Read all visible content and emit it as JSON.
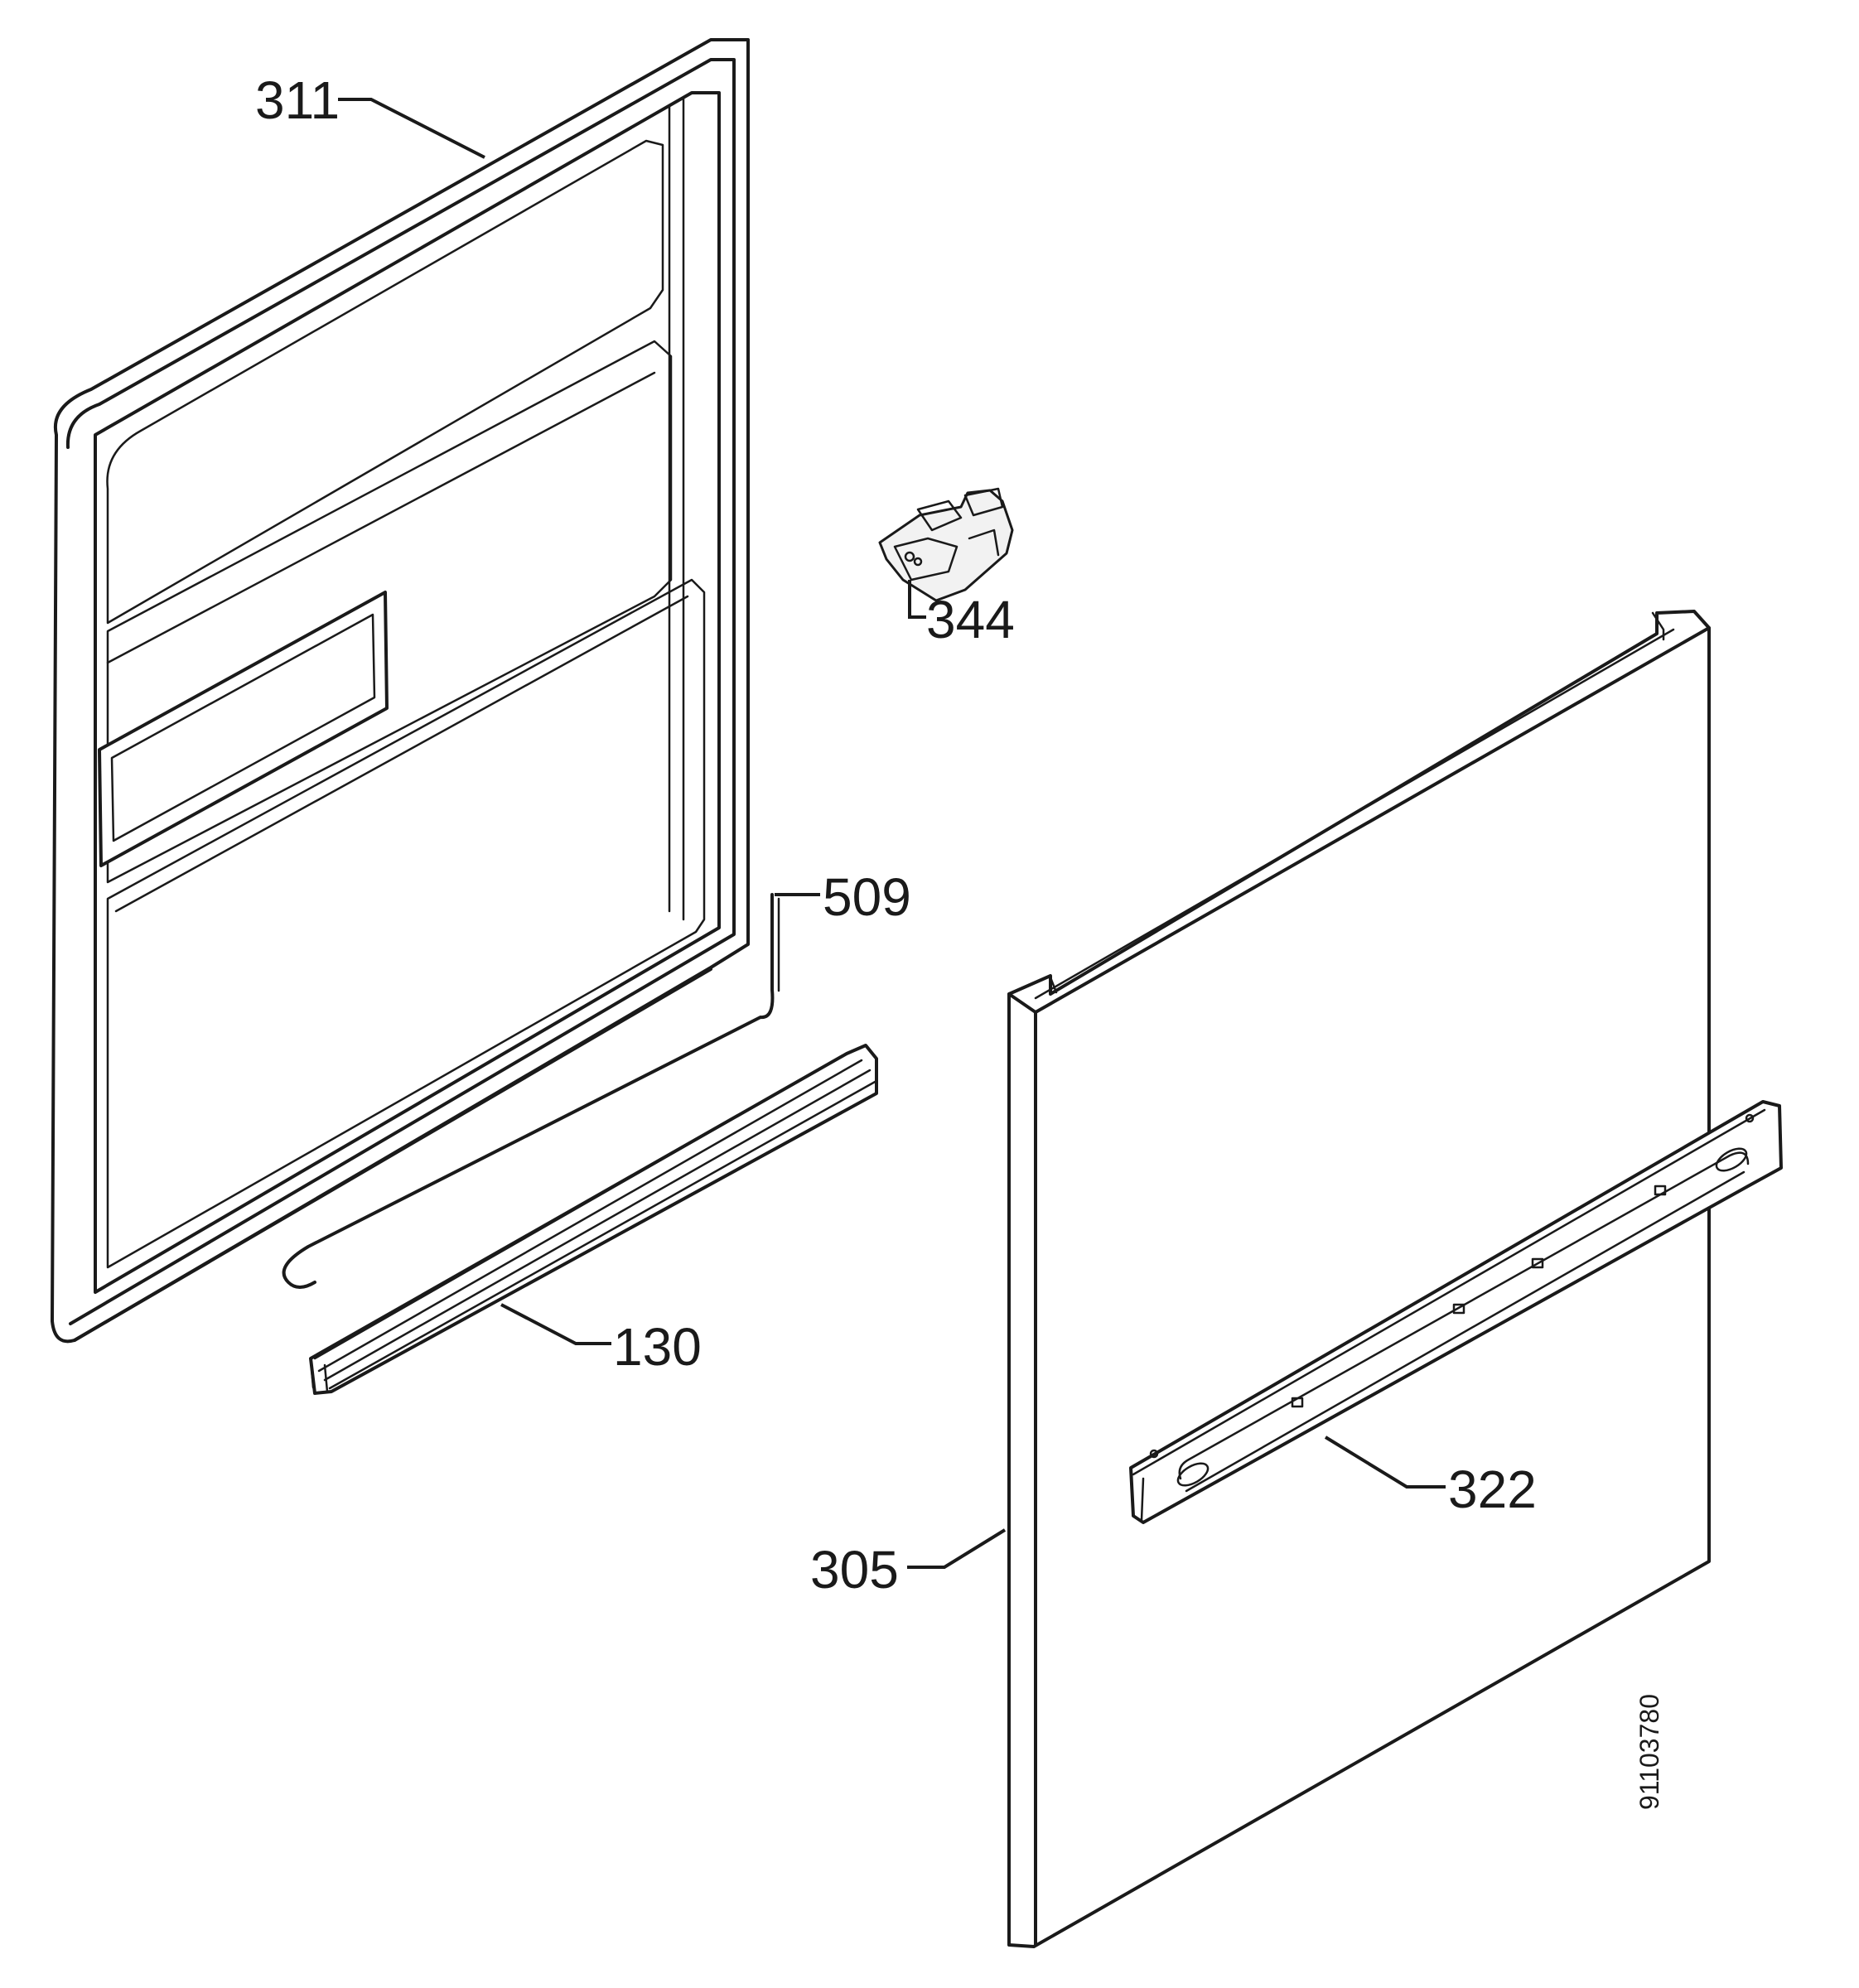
{
  "diagram": {
    "parts": [
      {
        "key": "inner_door",
        "number": "311"
      },
      {
        "key": "door_lock",
        "number": "344"
      },
      {
        "key": "door_cable",
        "number": "509"
      },
      {
        "key": "door_seal",
        "number": "130"
      },
      {
        "key": "handle_strip",
        "number": "322"
      },
      {
        "key": "outer_panel",
        "number": "305"
      }
    ],
    "document_number": "91103780"
  }
}
